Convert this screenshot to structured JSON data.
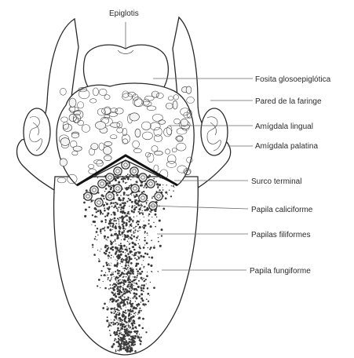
{
  "labels": {
    "epiglotis": "Epiglotis",
    "fosita": "Fosita glosoepiglótica",
    "pared": "Pared de la faringe",
    "amigdala_lingual": "Amígdala lingual",
    "amigdala_palatina": "Amígdala palatina",
    "surco": "Surco terminal",
    "caliciforme": "Papila caliciforme",
    "filiformes": "Papilas filiformes",
    "fungiforme": "Papila fungiforme"
  }
}
